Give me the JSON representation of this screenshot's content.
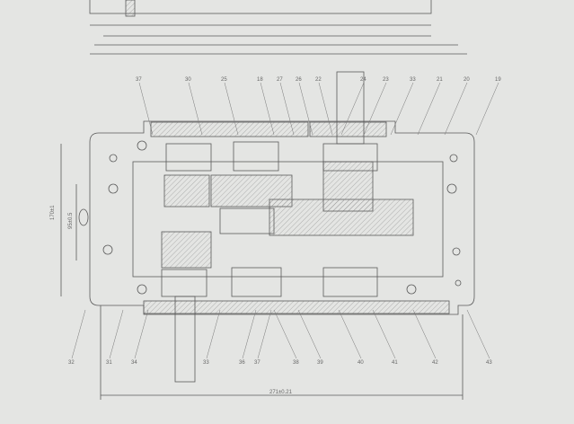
{
  "title": "Gearbox assembly drawing (hand-drawn)",
  "top_labels": [
    "37",
    "30",
    "25",
    "18",
    "27",
    "26",
    "22",
    "24",
    "23",
    "33",
    "21",
    "20",
    "19"
  ],
  "bottom_labels": [
    "32",
    "31",
    "34",
    "33",
    "36",
    "37",
    "38",
    "39",
    "40",
    "41",
    "42",
    "43"
  ],
  "dimensions": {
    "overall_width": "271±0.21",
    "left_height_outer": "170±1",
    "left_height_inner": "95±0.5"
  },
  "colors": {
    "paper": "#e4e5e3",
    "line": "#5a5a5a",
    "hatch": "#8a8a8a"
  }
}
